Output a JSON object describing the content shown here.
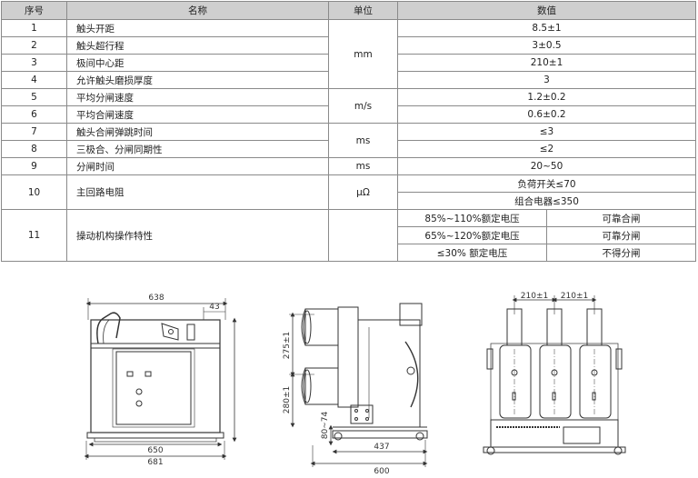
{
  "table": {
    "headers": [
      "序号",
      "名称",
      "单位",
      "数值"
    ],
    "rows": [
      {
        "no": "1",
        "name": "触头开距",
        "value": "8.5±1"
      },
      {
        "no": "2",
        "name": "触头超行程",
        "value": "3±0.5"
      },
      {
        "no": "3",
        "name": "极间中心距",
        "value": "210±1"
      },
      {
        "no": "4",
        "name": "允许触头磨损厚度",
        "value": "3"
      },
      {
        "no": "5",
        "name": "平均分闸速度",
        "value": "1.2±0.2"
      },
      {
        "no": "6",
        "name": "平均合闸速度",
        "value": "0.6±0.2"
      },
      {
        "no": "7",
        "name": "触头合闸弹跳时间",
        "value": "≤3"
      },
      {
        "no": "8",
        "name": "三极合、分闸同期性",
        "value": "≤2"
      },
      {
        "no": "9",
        "name": "分闸时间",
        "value": "20~50"
      }
    ],
    "units": {
      "mm": "mm",
      "ms_a": "ms",
      "speed": "m/s",
      "ms_b": "ms",
      "ohm": "μΩ"
    },
    "row10": {
      "no": "10",
      "name": "主回路电阻",
      "values": [
        "负荷开关≤70",
        "组合电器≤350"
      ]
    },
    "row11": {
      "no": "11",
      "name": "操动机构操作特性",
      "conditions": [
        {
          "voltage": "85%~110%额定电压",
          "result": "可靠合闸"
        },
        {
          "voltage": "65%~120%额定电压",
          "result": "可靠分闸"
        },
        {
          "voltage": "≤30%  额定电压",
          "result": "不得分闸"
        }
      ]
    }
  },
  "drawings": {
    "front": {
      "dim_top": "638",
      "dim_right_top": "43",
      "dim_bottom1": "650",
      "dim_bottom2": "681"
    },
    "side": {
      "dim_v1": "275±1",
      "dim_v2": "280±1",
      "dim_v3": "80~74",
      "dim_h1": "437",
      "dim_h2": "600"
    },
    "rear": {
      "dim_pitch1": "210±1",
      "dim_pitch2": "210±1"
    }
  }
}
